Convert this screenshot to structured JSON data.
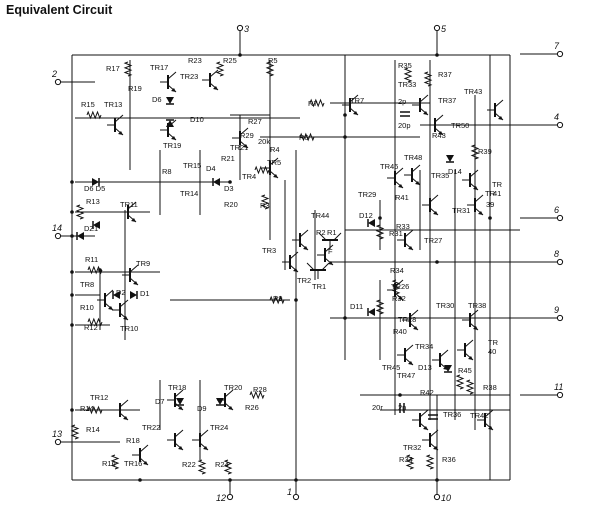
{
  "title": "Equivalent Circuit",
  "pins": [
    "1",
    "2",
    "3",
    "4",
    "5",
    "6",
    "7",
    "8",
    "9",
    "10",
    "11",
    "12",
    "13",
    "14"
  ],
  "labels": [
    "R17",
    "R19",
    "TR17",
    "TR23",
    "R23",
    "R25",
    "R5",
    "R35",
    "R37",
    "D6",
    "TR33",
    "R15",
    "TR13",
    "R7",
    "TR7",
    "2p",
    "20p",
    "TR37",
    "TR43",
    "D10",
    "R27",
    "TR19",
    "TR21",
    "R29",
    "20k",
    "R6",
    "R43",
    "TR50",
    "R4",
    "TR5",
    "TR48",
    "R39",
    "TR15",
    "R21",
    "TR46",
    "TR35",
    "D14",
    "TR",
    "41",
    "R8",
    "D4",
    "D6 D5",
    "TR14",
    "D3",
    "TR4",
    "R20",
    "R3",
    "TR29",
    "R41",
    "TR31",
    "R13",
    "TR11",
    "TR",
    "39",
    "D12",
    "R33",
    "TR44",
    "DZ1",
    "R31",
    "R2",
    "R1",
    "TR27",
    "TR3",
    "R11",
    "TR9",
    "F",
    "TR2",
    "TR1",
    "R34",
    "TR8",
    "TR26",
    "D2",
    "D1",
    "R9",
    "R10",
    "R32",
    "R12",
    "TR10",
    "D11",
    "TR30",
    "TR38",
    "TR28",
    "R40",
    "TR34",
    "TR",
    "40",
    "TR45",
    "TR47",
    "D13",
    "R45",
    "R42",
    "R38",
    "TR12",
    "TR18",
    "TR20",
    "R14",
    "D7",
    "D9",
    "R28",
    "R26",
    "R14",
    "20r",
    "2p",
    "TR22",
    "TR24",
    "TR36",
    "TR42",
    "R18",
    "R16",
    "TR16",
    "R22",
    "R24",
    "R34",
    "R36",
    "TR32"
  ]
}
